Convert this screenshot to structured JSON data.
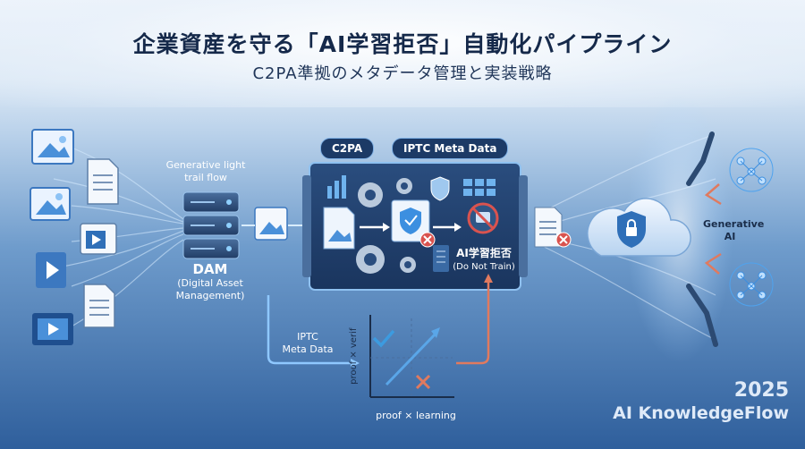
{
  "header": {
    "title": "企業資産を守る「AI学習拒否」自動化パイプライン",
    "subtitle": "C2PA準拠のメタデータ管理と実装戦略"
  },
  "labels": {
    "flow_label": "Generative light\ntrail flow",
    "dam_title": "DAM",
    "dam_sub": "(Digital Asset\nManagement)",
    "tag_c2pa": "C2PA",
    "tag_iptc": "IPTC Meta Data",
    "ai_refusal": "AI学習拒否",
    "do_not_train": "(Do Not Train)",
    "iptc_bottom": "IPTC\nMeta Data",
    "axis_y": "proof × verif",
    "axis_x": "proof × learning",
    "generative_ai": "Generative\nAI"
  },
  "footer": {
    "year": "2025",
    "brand": "AI KnowledgeFlow"
  },
  "colors": {
    "accent_blue": "#5aa6e8",
    "accent_red": "#e07a5f",
    "dark_panel": "#1e3b66",
    "check_blue": "#3c9be0"
  }
}
